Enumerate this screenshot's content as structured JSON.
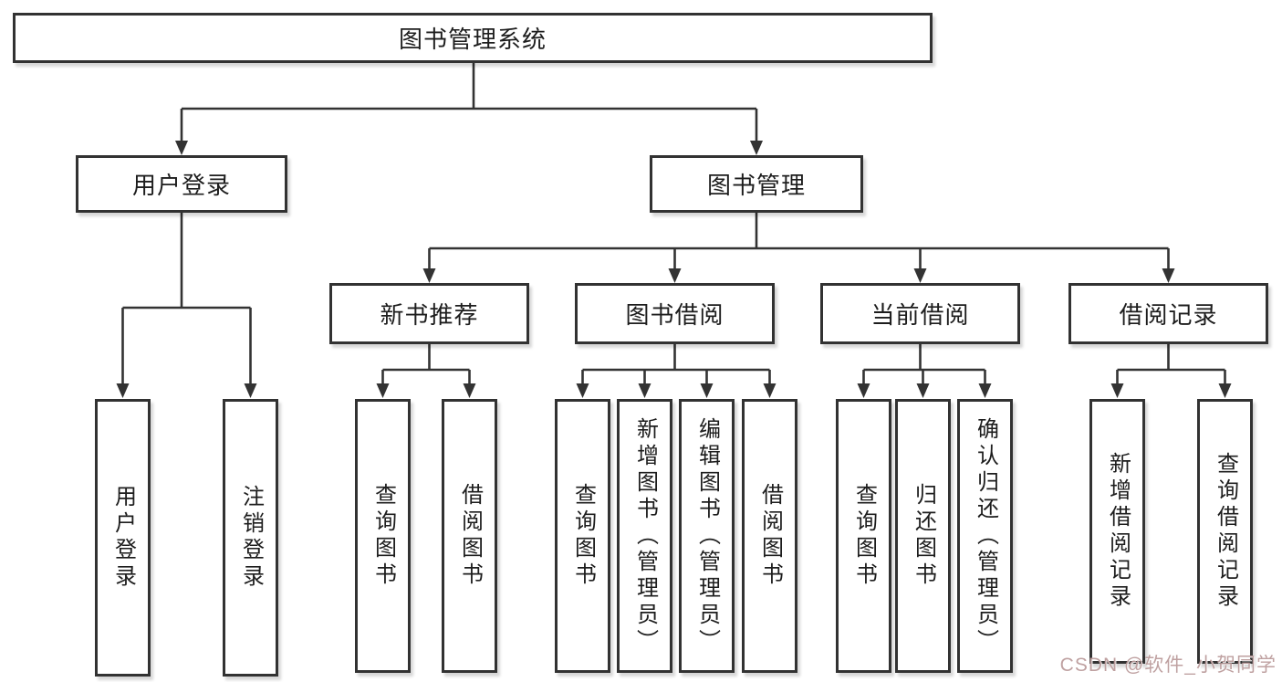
{
  "tree": {
    "root": {
      "label": "图书管理系统"
    },
    "user": {
      "label": "用户登录",
      "children": [
        "用户登录",
        "注销登录"
      ]
    },
    "mgmt": {
      "label": "图书管理",
      "groups": [
        {
          "label": "新书推荐",
          "children": [
            "查询图书",
            "借阅图书"
          ]
        },
        {
          "label": "图书借阅",
          "children": [
            "查询图书",
            "新增图书（管理员）",
            "编辑图书（管理员）",
            "借阅图书"
          ]
        },
        {
          "label": "当前借阅",
          "children": [
            "查询图书",
            "归还图书",
            "确认归还（管理员）"
          ]
        },
        {
          "label": "借阅记录",
          "children": [
            "新增借阅记录",
            "查询借阅记录"
          ]
        }
      ]
    }
  },
  "colors": {
    "line": "#333333",
    "box_border": "#323232",
    "box_background": "#ffffff",
    "text": "#1d1d1d",
    "watermark": "#bc9c9c"
  },
  "watermark": {
    "text": "CSDN @软件_小贺同学"
  }
}
